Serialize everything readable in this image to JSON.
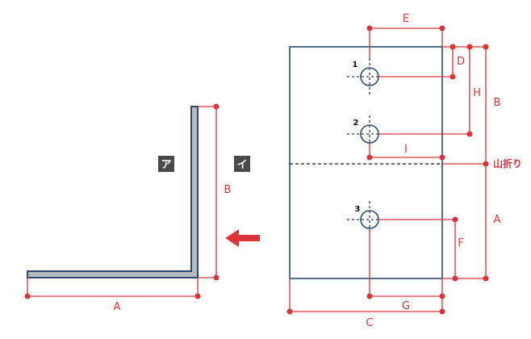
{
  "side_view": {
    "badge_a": "ア",
    "badge_b": "イ",
    "dim_a": "A",
    "dim_b": "B"
  },
  "flat_view": {
    "dim_a": "A",
    "dim_b": "B",
    "dim_c": "C",
    "dim_d": "D",
    "dim_e": "E",
    "dim_f": "F",
    "dim_g": "G",
    "dim_h": "H",
    "dim_i": "I",
    "fold_label": "山折り",
    "holes": [
      "1",
      "2",
      "3"
    ]
  },
  "colors": {
    "outline": "#2d4a6e",
    "dimension": "#d9343a",
    "steel": "#b5babe",
    "badge": "#4a4a4a"
  }
}
